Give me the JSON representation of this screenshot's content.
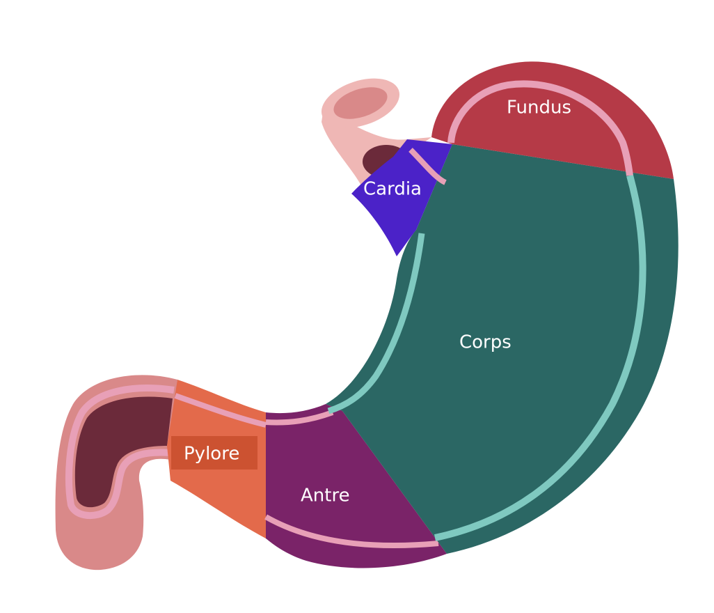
{
  "diagram": {
    "regions": {
      "fundus": {
        "label": "Fundus",
        "color": "#B53A47"
      },
      "cardia": {
        "label": "Cardia",
        "color": "#4B22C8"
      },
      "corps": {
        "label": "Corps",
        "color": "#2B6764"
      },
      "antre": {
        "label": "Antre",
        "color": "#7A2368"
      },
      "pylore": {
        "label": "Pylore",
        "color": "#E36A4B"
      }
    },
    "tissue_colors": {
      "esophagus": "#EFB7B5",
      "duodenum": "#D98989",
      "lumen_dark": "#6B2A3A",
      "wall_line": "#E8A0B7",
      "wall_line_teal": "#7FC9C0"
    }
  }
}
